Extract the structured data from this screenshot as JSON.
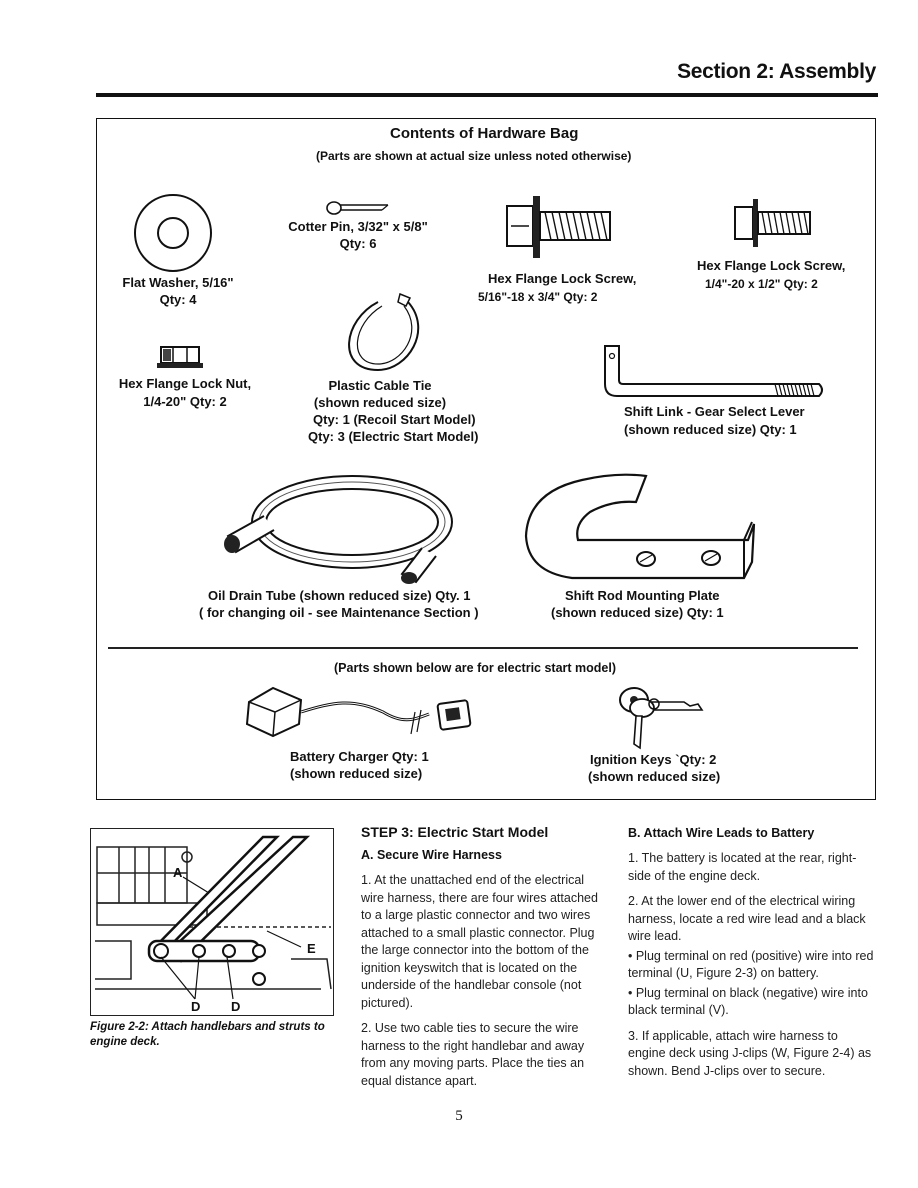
{
  "header": {
    "section_title": "Section 2: Assembly"
  },
  "hardware_bag": {
    "title": "Contents of Hardware Bag",
    "subtitle": "(Parts are shown at actual size unless noted otherwise)",
    "flat_washer": {
      "name": "Flat Washer, 5/16\"",
      "qty": "Qty: 4"
    },
    "cotter_pin": {
      "name": "Cotter Pin, 3/32\" x 5/8\"",
      "qty": "Qty: 6"
    },
    "hex_screw_a": {
      "name": "Hex Flange Lock Screw,",
      "spec": "5/16\"-18 x 3/4\"  Qty: 2"
    },
    "hex_screw_b": {
      "name": "Hex Flange Lock Screw,",
      "spec": "1/4\"-20 x 1/2\"   Qty: 2"
    },
    "hex_nut": {
      "name": "Hex Flange Lock Nut,",
      "spec": "1/4-20\"  Qty: 2"
    },
    "cable_tie": {
      "name": "Plastic Cable Tie",
      "note": "(shown reduced size)",
      "qty_recoil": "Qty: 1 (Recoil Start Model)",
      "qty_electric": "Qty: 3 (Electric Start Model)"
    },
    "shift_link": {
      "name": "Shift Link - Gear Select Lever",
      "note": "(shown reduced size)   Qty: 1"
    },
    "oil_tube": {
      "name": "Oil Drain Tube (shown reduced size)  Qty. 1",
      "note": "( for changing oil - see Maintenance Section )"
    },
    "shift_plate": {
      "name": "Shift Rod Mounting Plate",
      "note": "(shown reduced size)    Qty: 1"
    },
    "electric_note": "(Parts shown below are for electric start model)",
    "charger": {
      "name": "Battery Charger   Qty: 1",
      "note": "(shown reduced size)"
    },
    "keys": {
      "name": "Ignition Keys  `Qty: 2",
      "note": "(shown reduced size)"
    }
  },
  "figure": {
    "caption": "Figure 2-2:  Attach handlebars and struts to engine deck.",
    "labels": {
      "a": "A",
      "e": "E",
      "d1": "D",
      "d2": "D"
    }
  },
  "step3": {
    "heading": "STEP 3:  Electric Start Model",
    "sub_a": "A. Secure Wire Harness",
    "a1": "1. At the unattached end of the electrical wire harness, there are four wires attached to a large plastic connector and two wires attached to a small plastic connector.  Plug the large connector into the bottom of the ignition keyswitch that is located on the underside of the handlebar console (not pictured).",
    "a2": "2.  Use two cable ties to secure the wire harness to the right handlebar and away from any moving parts.  Place the ties an equal distance apart.",
    "sub_b": "B. Attach Wire Leads to Battery",
    "b1": "1.  The battery is located at the rear, right-side of the engine deck.",
    "b2": "2.  At the lower end of the electrical wiring harness, locate a red wire lead and a black wire lead.",
    "b2_bullet1": "• Plug terminal on red (positive) wire into red terminal (U, Figure 2-3) on battery.",
    "b2_bullet2": "• Plug terminal on black (negative) wire into black terminal (V).",
    "b3": "3.  If applicable, attach wire harness to engine deck using J-clips (W, Figure 2-4) as shown.  Bend J-clips over to secure."
  },
  "page_number": "5"
}
